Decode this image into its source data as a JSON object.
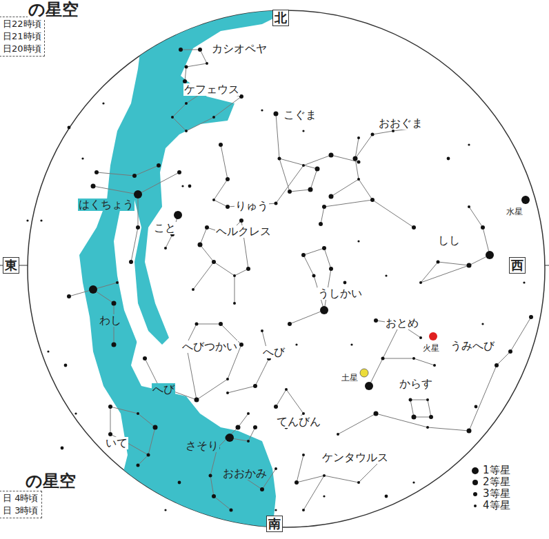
{
  "diagram": {
    "nodes": [
      {
        "text": [
          "日22時頃",
          "日21時頃",
          "日20時頃"
        ]
      },
      {
        "text": [
          "日 4時頃",
          "日 3時頃"
        ]
      },
      {
        "text": [
          "北"
        ]
      },
      {
        "text": [
          "東"
        ]
      },
      {
        "text": [
          "西"
        ]
      },
      {
        "text": [
          "南"
        ]
      }
    ],
    "labels": [
      "の星空",
      "の星空",
      "カシオペヤ",
      "ケフェウス",
      "こぐま",
      "おおぐま",
      "はくちょう",
      "りゅう",
      "こと",
      "ヘルクレス",
      "水星",
      "しし",
      "わし",
      "うしかい",
      "おとめ",
      "火星",
      "うみへび",
      "へびつかい",
      "へび",
      "土星",
      "からす",
      "へび",
      "てんびん",
      "いて",
      "さそり",
      "ケンタウルス",
      "おおかみ"
    ],
    "legend": [
      {
        "text": "1等星"
      },
      {
        "text": "2等星"
      },
      {
        "text": "3等星"
      },
      {
        "text": "4等星"
      }
    ]
  }
}
